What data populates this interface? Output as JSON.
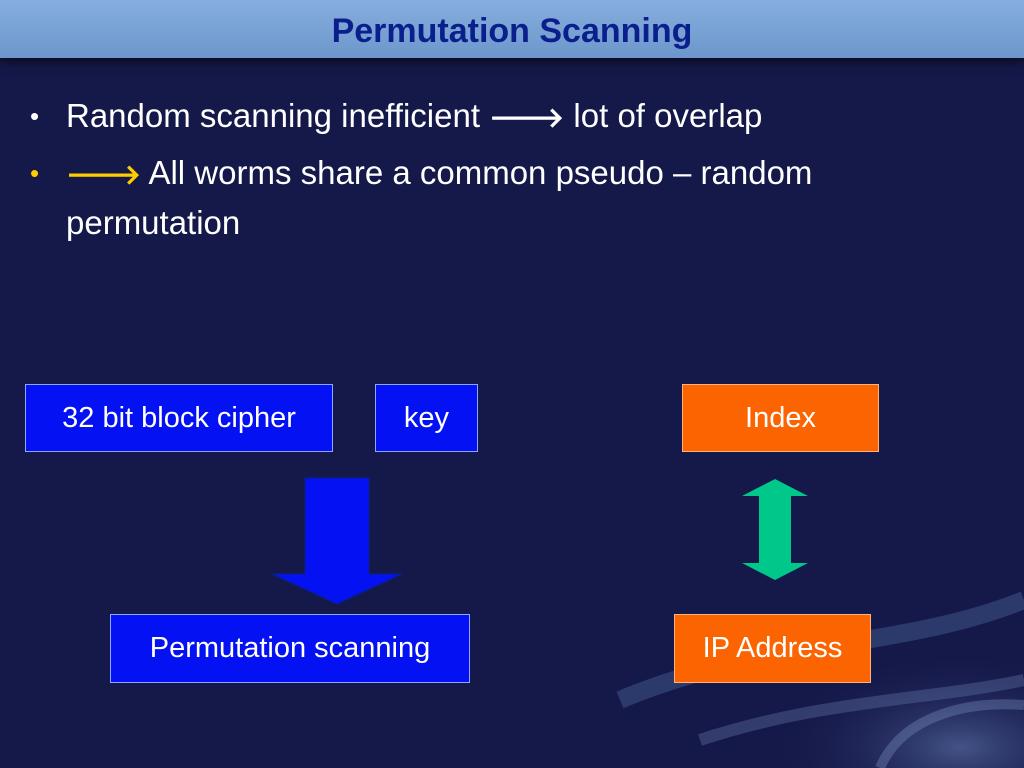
{
  "header": {
    "title": "Permutation Scanning"
  },
  "bullets": [
    {
      "lead": "Random scanning inefficient",
      "arrow": "🡒",
      "tail": "lot of overlap"
    },
    {
      "arrow": "🡒",
      "text": "All worms share a common pseudo – random permutation"
    }
  ],
  "diagram": {
    "cipher_label": "32 bit block cipher",
    "key_label": "key",
    "output_label": "Permutation scanning",
    "index_label": "Index",
    "ip_label": "IP Address"
  },
  "colors": {
    "background": "#15194a",
    "title_bar": "#7aa3d6",
    "title_text": "#0a1f8c",
    "blue_box": "#0411f2",
    "orange_box": "#fb6400",
    "double_arrow": "#00c88a",
    "bullet_accent": "#ffcc00"
  },
  "icons": [
    "down-arrow-icon",
    "double-arrow-icon",
    "right-arrow-icon"
  ]
}
